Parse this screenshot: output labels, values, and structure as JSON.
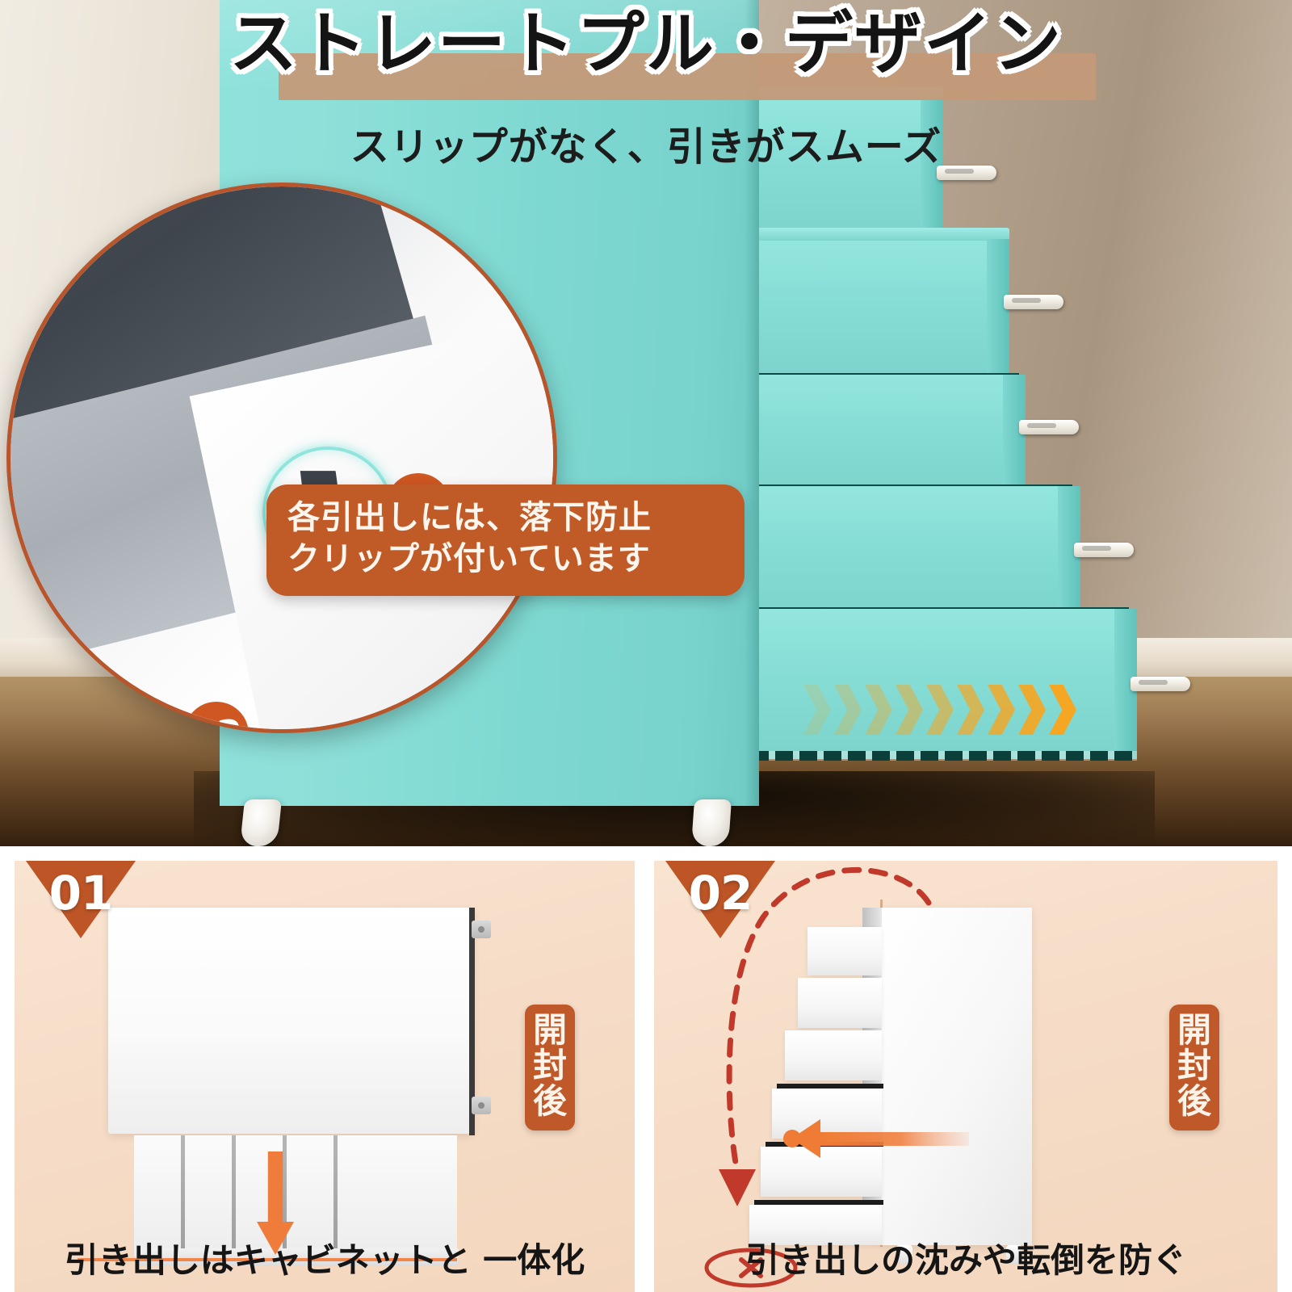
{
  "hero": {
    "title": "ストレートプル・デザイン",
    "subtitle": "スリップがなく、引きがスムーズ",
    "callout_line1": "各引出しには、落下防止",
    "callout_line2": "クリップが付いています",
    "badge_01": "01",
    "badge_02": "02",
    "colors": {
      "title_band": "#c49a78",
      "callout_bg": "#c05a26",
      "badge_bg": "#cf5722",
      "highlight_ring": "#8fe4dc",
      "cabinet_teal": "#86ddd5",
      "drawer_lip_dark": "#14635c",
      "chevron_orange": "#f5a623",
      "inset_border": "#b8552a"
    }
  },
  "panels": [
    {
      "number": "01",
      "caption": "引き出しはキャビネットと 一体化",
      "vertical_badge": [
        "開",
        "封",
        "後"
      ],
      "accent_color": "#f07c3c"
    },
    {
      "number": "02",
      "caption": "引き出しの沈みや転倒を防ぐ",
      "vertical_badge": [
        "開",
        "封",
        "後"
      ],
      "accent_color": "#c0392b",
      "x_mark": "✕"
    }
  ]
}
